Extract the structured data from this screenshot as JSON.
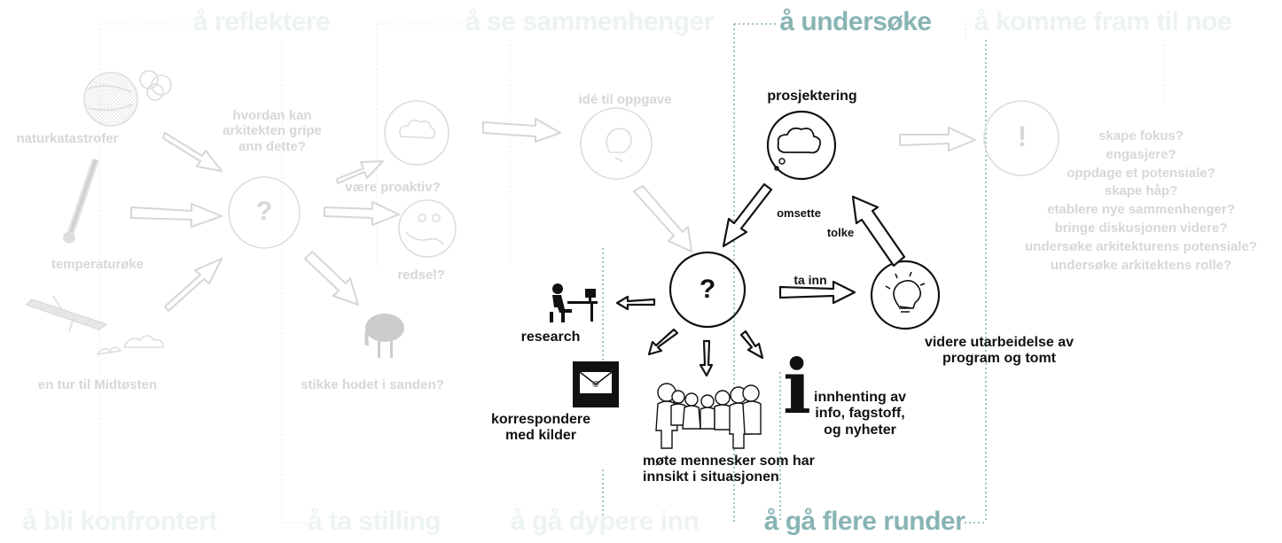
{
  "stages": {
    "top": [
      "å reflektere",
      "å se sammenhenger",
      "å undersøke",
      "å komme fram til noe"
    ],
    "bottom": [
      "å bli konfrontert",
      "å ta stilling",
      "å gå dypere inn",
      "å gå flere runder"
    ]
  },
  "faded": {
    "triggers": [
      "naturkatastrofer",
      "temperaturøke",
      "en tur til Midtøsten"
    ],
    "question_lines": [
      "hvordan kan",
      "arkitekten gripe",
      "ann dette?"
    ],
    "question_mark": "?",
    "reactions": [
      "være proaktiv?",
      "redsel?",
      "stikke hodet i sanden?"
    ],
    "idea": "idé til oppgave",
    "result_mark": "!",
    "outcomes": [
      "skape fokus?",
      "engasjere?",
      "oppdage et potensiale?",
      "skape håp?",
      "etablere nye sammenhenger?",
      "bringe diskusjonen videre?",
      "undersøke arkitekturens potensiale?",
      "undersøke arkitektens rolle?"
    ]
  },
  "cycle": {
    "prosjektering": "prosjektering",
    "omsette": "omsette",
    "tolke": "tolke",
    "ta_inn": "ta inn",
    "center_mark": "?",
    "videre_lines": [
      "videre utarbeidelse av",
      "program og tomt"
    ]
  },
  "methods": {
    "research": "research",
    "korrespondere_lines": [
      "korrespondere",
      "med kilder"
    ],
    "mote_lines": [
      "møte mennesker som har",
      "innsikt i situasjonen"
    ],
    "innhenting_lines": [
      "innhenting av",
      "info, fagstoff,",
      "og nyheter"
    ],
    "info_glyph": "i"
  },
  "colors": {
    "faded_text": "#d7d7d7",
    "faded_title": "#e8eeee",
    "active_title": "#88b4b4",
    "dotted_line": "#7fb2b2",
    "faded_line": "#ececec",
    "ink": "#111111"
  }
}
